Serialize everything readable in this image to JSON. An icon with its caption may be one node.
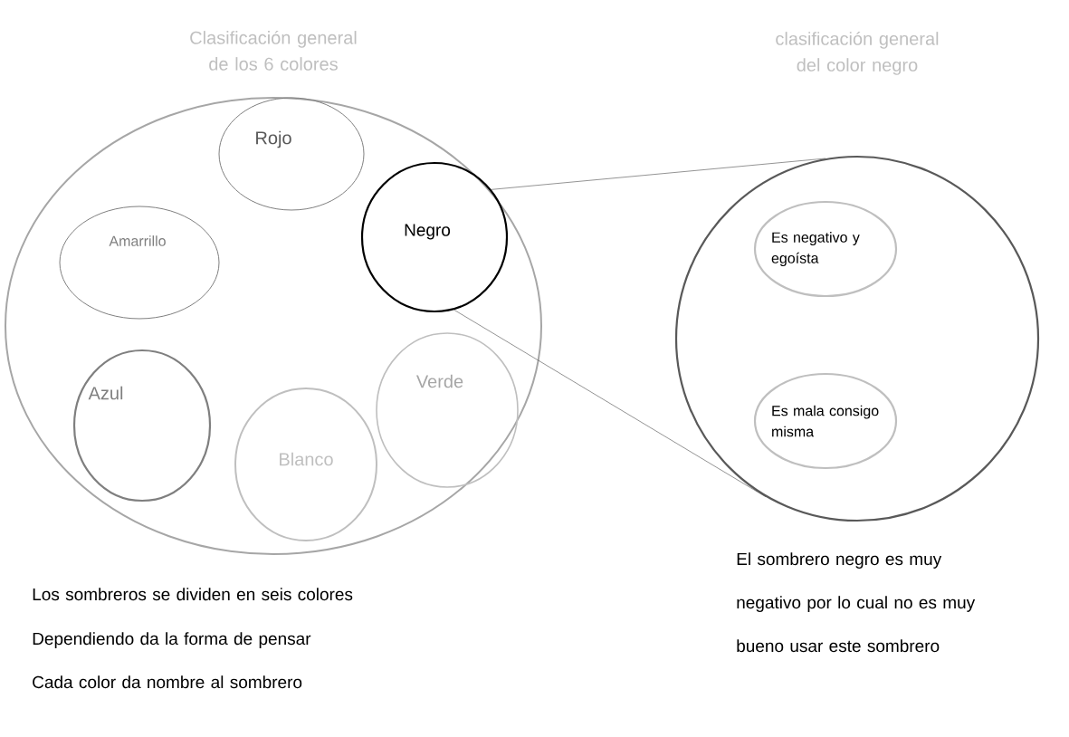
{
  "diagram": {
    "nodes": [
      {
        "text": [
          "Clasificación general de los 6 colores"
        ]
      },
      {
        "text": [
          "Rojo"
        ],
        "in": 0
      },
      {
        "text": [
          "Amarrillo"
        ],
        "in": 0
      },
      {
        "text": [
          "Negro"
        ],
        "in": 0
      },
      {
        "text": [
          "Azul"
        ],
        "in": 0
      },
      {
        "text": [
          "Verde"
        ],
        "in": 0
      },
      {
        "text": [
          "Blanco"
        ],
        "in": 0
      },
      {
        "text": [
          "clasificación general del color negro"
        ]
      },
      {
        "text": [
          "Es negativo y egoísta"
        ],
        "in": 7
      },
      {
        "text": [
          "Es mala consigo misma"
        ],
        "in": 7
      }
    ],
    "edges": [
      {
        "from": 3,
        "to": 7,
        "arrow": "none"
      },
      {
        "from": 3,
        "to": 7,
        "arrow": "none"
      }
    ],
    "labels": [
      "El sombrero negro es muy negativo por lo cual no es muy bueno usar este sombrero",
      "Los sombreros se dividen en seis colores",
      "Dependiendo da la forma de pensar",
      "Cada color da nombre al sombrero"
    ]
  }
}
